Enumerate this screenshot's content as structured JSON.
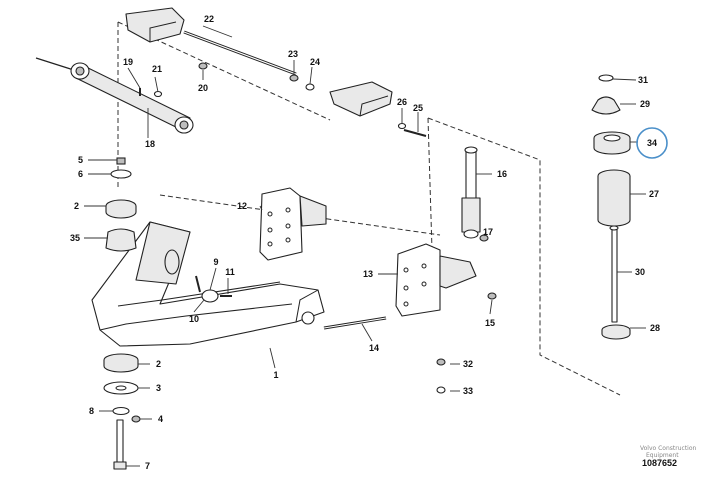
{
  "diagram": {
    "callouts": [
      {
        "id": "c1",
        "text": "1"
      },
      {
        "id": "c2a",
        "text": "2"
      },
      {
        "id": "c2b",
        "text": "2"
      },
      {
        "id": "c3",
        "text": "3"
      },
      {
        "id": "c4",
        "text": "4"
      },
      {
        "id": "c5",
        "text": "5"
      },
      {
        "id": "c6",
        "text": "6"
      },
      {
        "id": "c7",
        "text": "7"
      },
      {
        "id": "c8",
        "text": "8"
      },
      {
        "id": "c9",
        "text": "9"
      },
      {
        "id": "c10",
        "text": "10"
      },
      {
        "id": "c11",
        "text": "11"
      },
      {
        "id": "c12",
        "text": "12"
      },
      {
        "id": "c13",
        "text": "13"
      },
      {
        "id": "c14",
        "text": "14"
      },
      {
        "id": "c15",
        "text": "15"
      },
      {
        "id": "c16",
        "text": "16"
      },
      {
        "id": "c17",
        "text": "17"
      },
      {
        "id": "c18",
        "text": "18"
      },
      {
        "id": "c19",
        "text": "19"
      },
      {
        "id": "c20",
        "text": "20"
      },
      {
        "id": "c21",
        "text": "21"
      },
      {
        "id": "c22",
        "text": "22"
      },
      {
        "id": "c23",
        "text": "23"
      },
      {
        "id": "c24",
        "text": "24"
      },
      {
        "id": "c25",
        "text": "25"
      },
      {
        "id": "c26",
        "text": "26"
      },
      {
        "id": "c27",
        "text": "27"
      },
      {
        "id": "c28",
        "text": "28"
      },
      {
        "id": "c29",
        "text": "29"
      },
      {
        "id": "c30",
        "text": "30"
      },
      {
        "id": "c31",
        "text": "31"
      },
      {
        "id": "c32",
        "text": "32"
      },
      {
        "id": "c33",
        "text": "33"
      },
      {
        "id": "c34",
        "text": "34"
      },
      {
        "id": "c35",
        "text": "35"
      }
    ],
    "highlighted_callout": "34",
    "highlight_color": "#4a8fc9",
    "watermark_line1": "Volvo Construction",
    "watermark_line2": "Equipment",
    "reference_number": "1087652"
  }
}
